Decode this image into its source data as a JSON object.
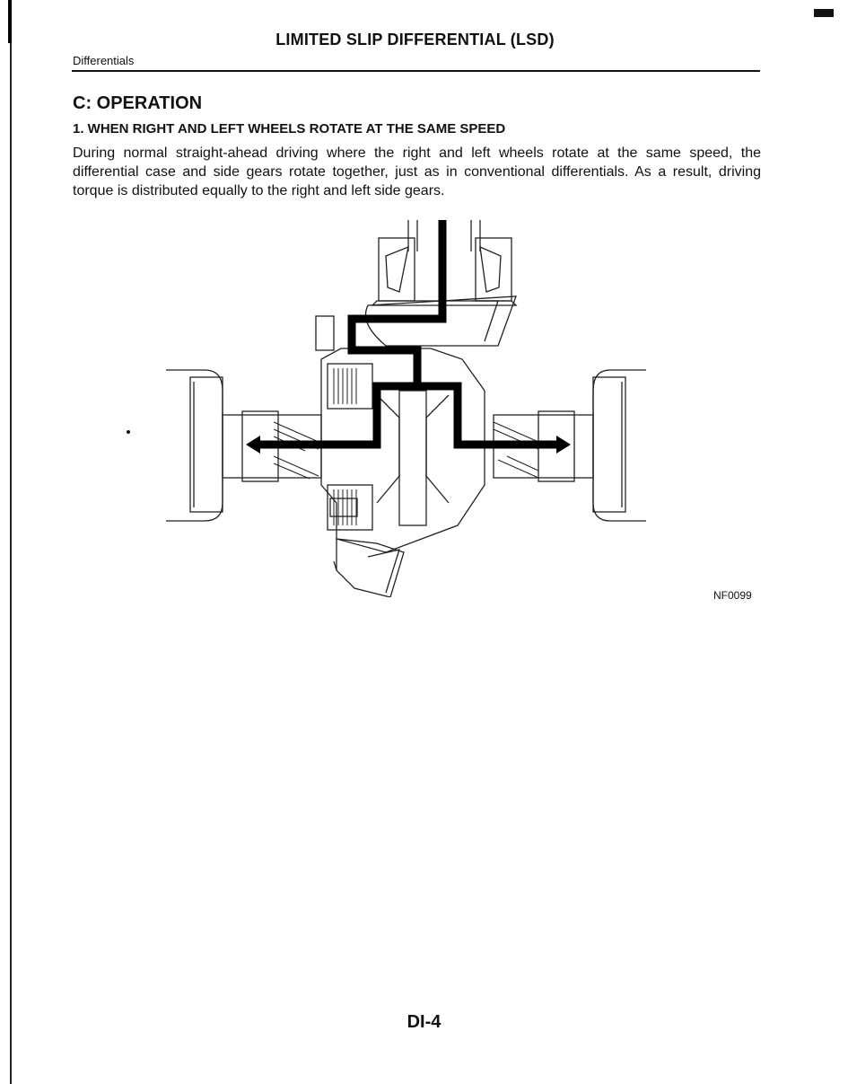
{
  "header": {
    "title": "LIMITED SLIP DIFFERENTIAL (LSD)",
    "section": "Differentials"
  },
  "content": {
    "heading": "C: OPERATION",
    "subheading": "1.  WHEN RIGHT AND LEFT WHEELS ROTATE AT THE SAME SPEED",
    "paragraph": "During normal straight-ahead driving where the right and left wheels rotate at the same speed, the differential case and side gears rotate together, just as in conventional differentials. As a result, driving torque is distributed equally to the right and left side gears."
  },
  "figure": {
    "code": "NF0099",
    "icon": "differential-torque-flow-diagram"
  },
  "footer": {
    "page_number": "DI-4"
  }
}
